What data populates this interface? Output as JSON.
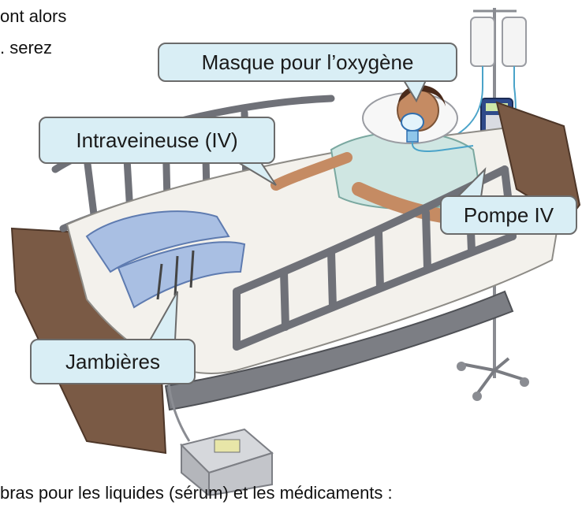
{
  "body_text": {
    "line1": "ont alors",
    "line2": ". serez",
    "bottom_line": "bras pour les liquides (sérum) et les médicaments :"
  },
  "callouts": {
    "oxygen_mask": "Masque pour l’oxygène",
    "iv": "Intraveineuse (IV)",
    "iv_pump": "Pompe IV",
    "leggings": "Jambières"
  },
  "colors": {
    "callout_fill": "#d9eef5",
    "callout_border": "#6b6b6b",
    "bed_frame": "#6f7178",
    "headboard": "#7a5a45",
    "sheet": "#f3f1ec",
    "leg_sleeves": "#a9bfe3",
    "gown": "#cfe6e2",
    "skin": "#c58b63",
    "hair": "#4a2a1a"
  }
}
